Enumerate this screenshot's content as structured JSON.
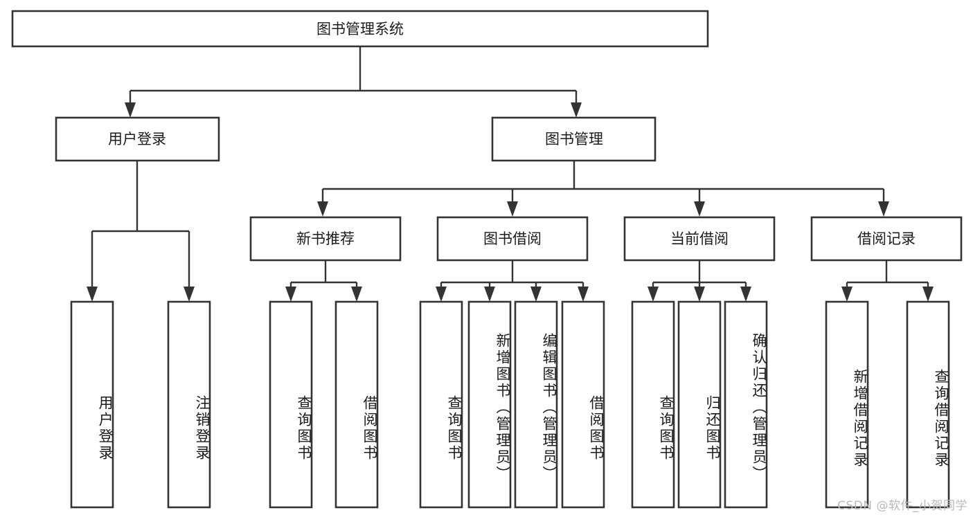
{
  "diagram": {
    "type": "hierarchy-tree",
    "title": "图书管理系统",
    "orientation": "top-down",
    "colors": {
      "box_stroke": "#333333",
      "box_fill": "#ffffff",
      "connector": "#333333",
      "text": "#1b1b1b",
      "watermark": "#b9b9b9",
      "background": "#ffffff"
    },
    "levels": {
      "root": {
        "label": "图书管理系统",
        "orientation": "horizontal"
      },
      "level1": [
        {
          "id": "user-login",
          "label": "用户登录",
          "orientation": "horizontal"
        },
        {
          "id": "book-management",
          "label": "图书管理",
          "orientation": "horizontal"
        }
      ],
      "level2": [
        {
          "id": "new-book-recommend",
          "label": "新书推荐",
          "parent": "book-management",
          "orientation": "horizontal"
        },
        {
          "id": "book-borrow",
          "label": "图书借阅",
          "parent": "book-management",
          "orientation": "horizontal"
        },
        {
          "id": "current-borrow",
          "label": "当前借阅",
          "parent": "book-management",
          "orientation": "horizontal"
        },
        {
          "id": "borrow-record",
          "label": "借阅记录",
          "parent": "book-management",
          "orientation": "horizontal"
        }
      ],
      "leaves": [
        {
          "id": "leaf-user-login",
          "label": "用户登录",
          "parent": "user-login",
          "orientation": "vertical"
        },
        {
          "id": "leaf-logout-login",
          "label": "注销登录",
          "parent": "user-login",
          "orientation": "vertical"
        },
        {
          "id": "leaf-query-book-1",
          "label": "查询图书",
          "parent": "new-book-recommend",
          "orientation": "vertical"
        },
        {
          "id": "leaf-borrow-book-1",
          "label": "借阅图书",
          "parent": "new-book-recommend",
          "orientation": "vertical"
        },
        {
          "id": "leaf-query-book-2",
          "label": "查询图书",
          "parent": "book-borrow",
          "orientation": "vertical"
        },
        {
          "id": "leaf-add-book",
          "label": "新增图书（管理员）",
          "parent": "book-borrow",
          "orientation": "vertical"
        },
        {
          "id": "leaf-edit-book",
          "label": "编辑图书（管理员）",
          "parent": "book-borrow",
          "orientation": "vertical"
        },
        {
          "id": "leaf-borrow-book-2",
          "label": "借阅图书",
          "parent": "book-borrow",
          "orientation": "vertical"
        },
        {
          "id": "leaf-query-book-3",
          "label": "查询图书",
          "parent": "current-borrow",
          "orientation": "vertical"
        },
        {
          "id": "leaf-return-book",
          "label": "归还图书",
          "parent": "current-borrow",
          "orientation": "vertical"
        },
        {
          "id": "leaf-confirm-return",
          "label": "确认归还（管理员）",
          "parent": "current-borrow",
          "orientation": "vertical"
        },
        {
          "id": "leaf-add-record",
          "label": "新增借阅记录",
          "parent": "borrow-record",
          "orientation": "vertical"
        },
        {
          "id": "leaf-query-record",
          "label": "查询借阅记录",
          "parent": "borrow-record",
          "orientation": "vertical"
        }
      ]
    },
    "watermark": "CSDN @软件_小贺同学"
  }
}
